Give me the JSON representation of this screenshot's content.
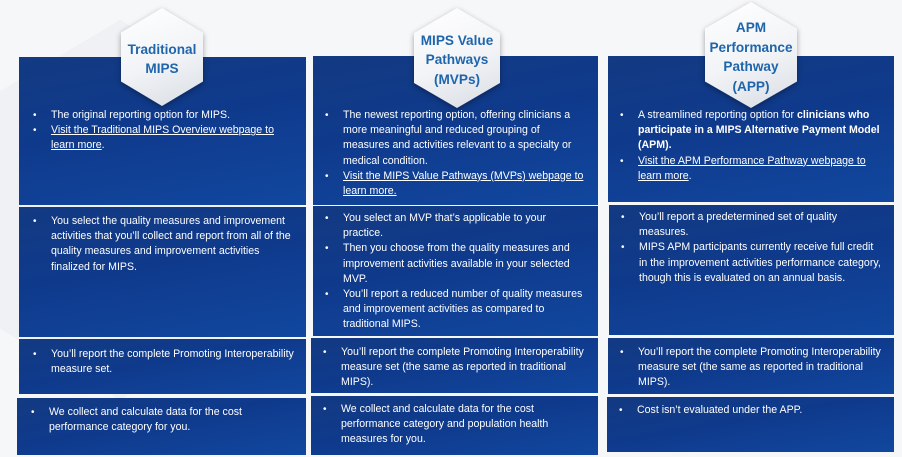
{
  "columns": [
    {
      "title": "Traditional MIPS",
      "title_lines": [
        "Traditional",
        "MIPS"
      ],
      "rows": [
        {
          "bullets": [
            {
              "text": "The original reporting option for MIPS."
            },
            {
              "link": "Visit the Traditional MIPS Overview webpage to learn more",
              "suffix": "."
            }
          ]
        },
        {
          "bullets": [
            {
              "text": "You select the quality measures and improvement activities that you’ll collect and report from all of the quality measures and improvement activities finalized for MIPS."
            }
          ]
        },
        {
          "bullets": [
            {
              "text": "You’ll report the complete Promoting Interoperability measure set."
            }
          ]
        },
        {
          "bullets": [
            {
              "text": "We collect and calculate data for the cost performance category for you."
            }
          ]
        }
      ]
    },
    {
      "title": "MIPS Value Pathways (MVPs)",
      "title_lines": [
        "MIPS Value",
        "Pathways",
        "(MVPs)"
      ],
      "rows": [
        {
          "bullets": [
            {
              "text": "The newest reporting option, offering clinicians a more meaningful and reduced grouping of measures and activities relevant to a specialty or medical condition."
            },
            {
              "link": "Visit the MIPS Value Pathways (MVPs) webpage to learn more.",
              "suffix": ""
            }
          ]
        },
        {
          "bullets": [
            {
              "text": "You select an MVP that’s applicable to your practice."
            },
            {
              "text": "Then you choose from the quality measures and improvement activities available in your selected MVP."
            },
            {
              "text": "You’ll report a reduced number of quality measures and improvement activities as compared to traditional MIPS."
            }
          ]
        },
        {
          "bullets": [
            {
              "text": "You’ll report the complete Promoting Interoperability measure set (the same as reported in traditional MIPS)."
            }
          ]
        },
        {
          "bullets": [
            {
              "text": "We collect and calculate data for the cost performance category and population health measures for you."
            }
          ]
        }
      ]
    },
    {
      "title": "APM Performance Pathway (APP)",
      "title_lines": [
        "APM",
        "Performance",
        "Pathway",
        "(APP)"
      ],
      "rows": [
        {
          "bullets": [
            {
              "text": "A streamlined reporting option for ",
              "bold": "clinicians who participate in a MIPS Alternative Payment Model (APM)."
            },
            {
              "link": "Visit the APM Performance Pathway webpage to learn more",
              "suffix": "."
            }
          ]
        },
        {
          "bullets": [
            {
              "text": "You’ll report a predetermined set of quality measures."
            },
            {
              "text": "MIPS APM participants currently receive full credit in the improvement activities performance category, though this is evaluated on an annual basis."
            }
          ]
        },
        {
          "bullets": [
            {
              "text": "You’ll report the complete Promoting Interoperability measure set (the same as reported in traditional MIPS)."
            }
          ]
        },
        {
          "bullets": [
            {
              "text": "Cost isn’t evaluated under the APP."
            }
          ]
        }
      ]
    }
  ],
  "colors": {
    "panel_blue": "#0f3a8c",
    "hex_title_blue": "#1f65ac",
    "background": "#f6f7f9",
    "text": "#ffffff"
  }
}
